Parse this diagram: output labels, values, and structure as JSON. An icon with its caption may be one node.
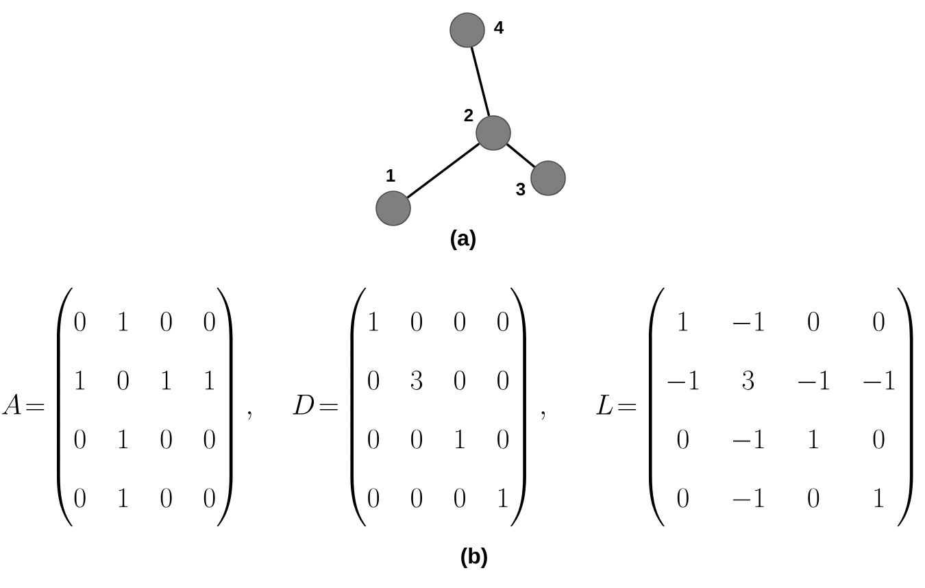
{
  "diagram": {
    "nodes": [
      {
        "text": [],
        "shape": "circle",
        "beside": [
          "1"
        ]
      },
      {
        "text": [],
        "shape": "circle",
        "beside": [
          "4"
        ]
      },
      {
        "text": [],
        "shape": "circle",
        "beside": [
          "2"
        ]
      },
      {
        "text": [],
        "shape": "circle",
        "beside": [
          "3"
        ]
      }
    ],
    "edges": [
      {
        "from": 2,
        "to": 0,
        "arrow": "none"
      },
      {
        "from": 2,
        "to": 1,
        "arrow": "none"
      },
      {
        "from": 2,
        "to": 3,
        "arrow": "none"
      }
    ],
    "labels": [
      "(a)",
      "A=\\begin{pmatrix}0&1&0&0\\\\1&0&1&1\\\\0&1&0&0\\\\0&1&0&0\\end{pmatrix},",
      "D=\\begin{pmatrix}1&0&0&0\\\\0&3&0&0\\\\0&0&1&0\\\\0&0&0&1\\end{pmatrix},",
      "L=\\begin{pmatrix}1&-1&0&0\\\\-1&3&-1&-1\\\\0&-1&1&0\\\\0&-1&0&1\\end{pmatrix}",
      "(b)"
    ]
  }
}
